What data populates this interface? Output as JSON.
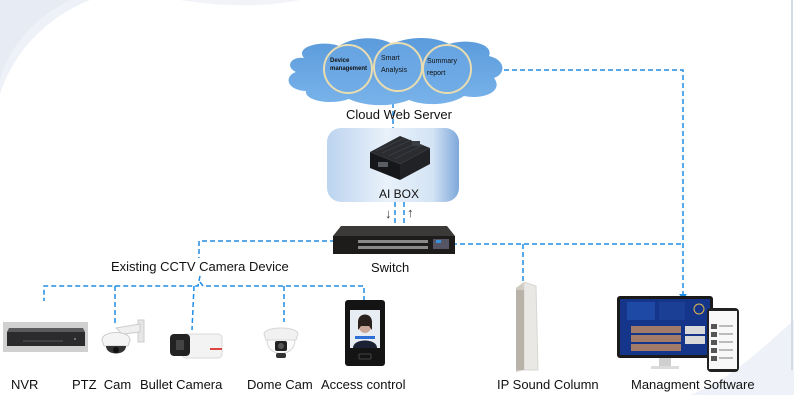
{
  "diagram": {
    "cloud": {
      "label": "Cloud Web Server",
      "services": [
        {
          "line1": "Device",
          "line2": "management"
        },
        {
          "line1": "Smart",
          "line2": "Analysis"
        },
        {
          "line1": "Summary",
          "line2": "report"
        }
      ]
    },
    "ai_box": {
      "label": "AI BOX"
    },
    "switch": {
      "label": "Switch"
    },
    "cctv_group": {
      "label": "Existing CCTV Camera Device"
    },
    "devices": [
      {
        "label": "NVR"
      },
      {
        "label": "PTZ  Cam"
      },
      {
        "label": "Bullet Camera"
      },
      {
        "label": "Dome Cam"
      },
      {
        "label": "Access control"
      }
    ],
    "sound_column": {
      "label": "IP Sound Column"
    },
    "management": {
      "label": "Managment Software"
    },
    "arrows": {
      "down": "↓",
      "up": "↑"
    },
    "colors": {
      "link": "#1e8ee6",
      "cloud": "#6aa9e6",
      "cloud_ring": "#e8dcb0"
    }
  }
}
